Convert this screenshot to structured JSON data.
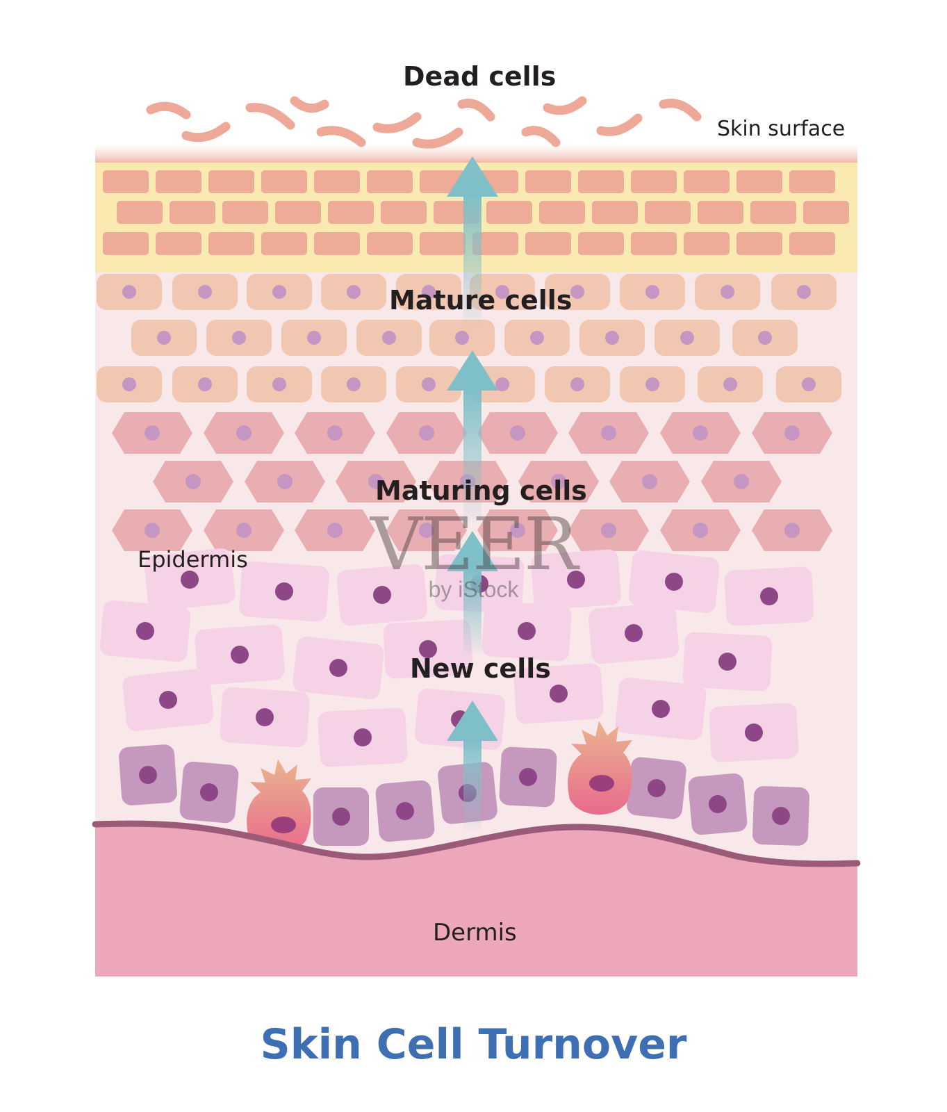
{
  "labels": {
    "dead_cells": "Dead cells",
    "skin_surface": "Skin surface",
    "mature_cells": "Mature cells",
    "maturing_cells": "Maturing cells",
    "epidermis": "Epidermis",
    "new_cells": "New cells",
    "dermis": "Dermis"
  },
  "title": "Skin Cell Turnover",
  "watermark": {
    "main": "VEER",
    "sub": "by iStock"
  },
  "colors": {
    "title": "#3f6fb3",
    "dead_cell": "#eea897",
    "corneum_brick": "#eeab98",
    "corneum_band": "#fbe9b2",
    "mature_cell": "#f2c7b2",
    "maturing_cell": "#e9aeb1",
    "new_cell": "#f6d2e6",
    "basal_cell": "#c599bd",
    "nucleus_light": "#c596c2",
    "nucleus_dark": "#8e4786",
    "epidermis_bg": "#f9e8ea",
    "dermis": "#eda7bb",
    "basement_membrane": "#9a5a78",
    "arrow": "#7fc0c8"
  }
}
